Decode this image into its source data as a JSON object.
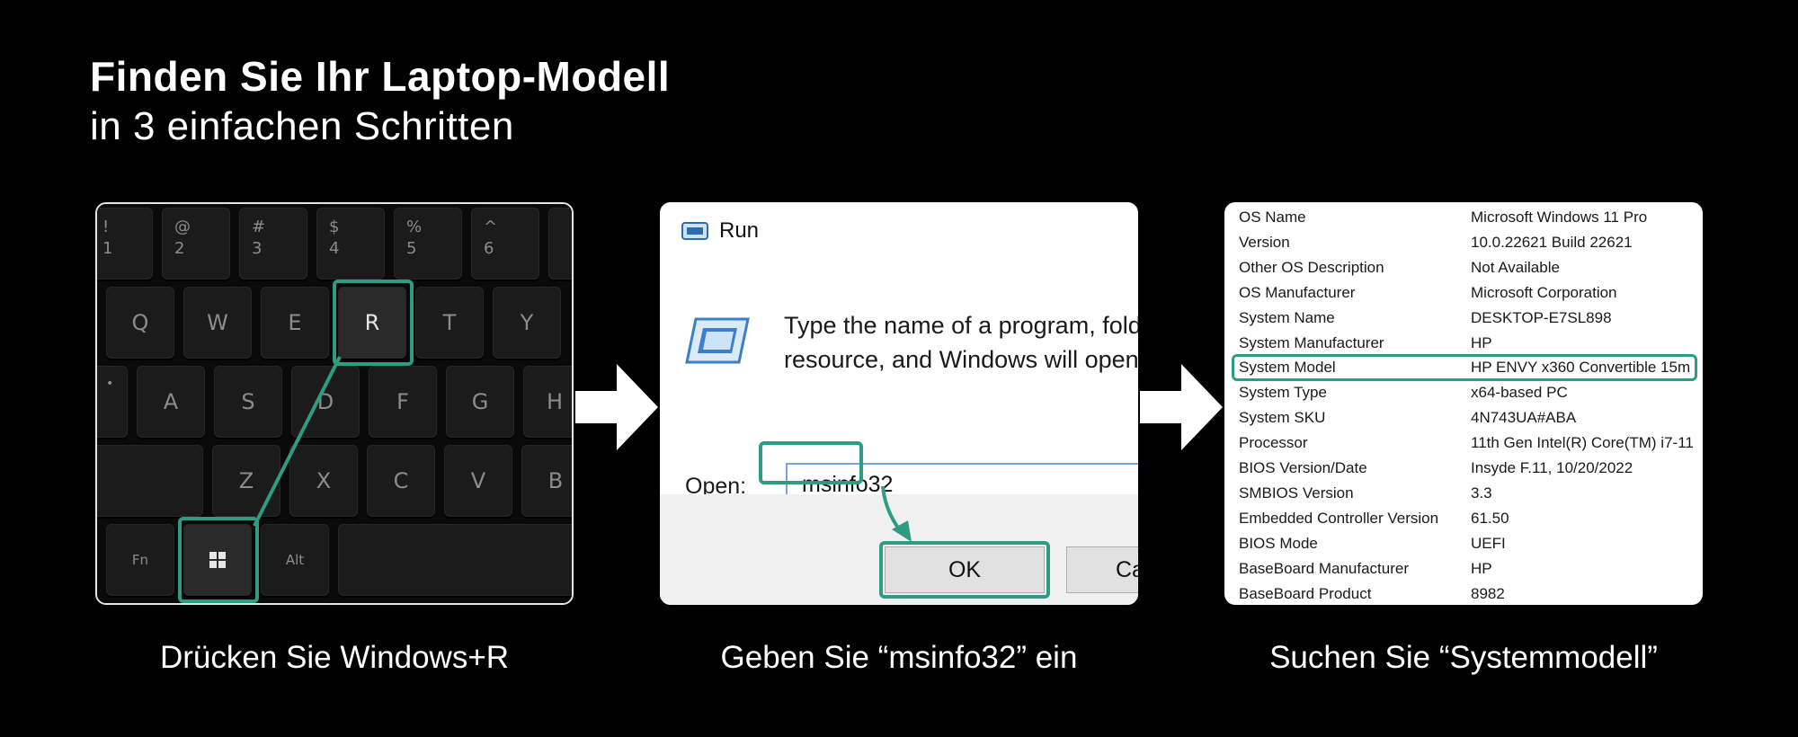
{
  "header": {
    "title": "Finden Sie Ihr Laptop-Modell",
    "subtitle": "in 3 einfachen Schritten"
  },
  "colors": {
    "highlight": "#2e9c83",
    "background": "#000000"
  },
  "steps": [
    {
      "caption": "Drücken Sie Windows+R"
    },
    {
      "caption": "Geben Sie “msinfo32” ein"
    },
    {
      "caption": "Suchen Sie “Systemmodell”"
    }
  ],
  "keyboard": {
    "number_row": [
      {
        "sym": "!",
        "num": "1"
      },
      {
        "sym": "@",
        "num": "2"
      },
      {
        "sym": "#",
        "num": "3"
      },
      {
        "sym": "$",
        "num": "4"
      },
      {
        "sym": "%",
        "num": "5"
      },
      {
        "sym": "^",
        "num": "6"
      }
    ],
    "qwerty_row": [
      "Q",
      "W",
      "E",
      "R",
      "T",
      "Y"
    ],
    "asdf_row": [
      "A",
      "S",
      "D",
      "F",
      "G",
      "H"
    ],
    "zxcv_row": [
      "Z",
      "X",
      "C",
      "V",
      "B"
    ],
    "fn": "Fn",
    "alt": "Alt",
    "win_icon": "windows-logo-icon"
  },
  "run_dialog": {
    "title": "Run",
    "line1": "Type the name of a program, fold",
    "line2": "resource, and Windows will open",
    "open_label": "Open:",
    "open_value": "msinfo32",
    "ok_label": "OK",
    "cancel_label": "Ca"
  },
  "system_info": [
    {
      "key": "OS Name",
      "value": "Microsoft Windows 11 Pro"
    },
    {
      "key": "Version",
      "value": "10.0.22621 Build 22621"
    },
    {
      "key": "Other OS Description",
      "value": "Not Available"
    },
    {
      "key": "OS Manufacturer",
      "value": "Microsoft Corporation"
    },
    {
      "key": "System Name",
      "value": "DESKTOP-E7SL898"
    },
    {
      "key": "System Manufacturer",
      "value": "HP"
    },
    {
      "key": "System Model",
      "value": "HP ENVY x360 Convertible 15m"
    },
    {
      "key": "System Type",
      "value": "x64-based PC"
    },
    {
      "key": "System SKU",
      "value": "4N743UA#ABA"
    },
    {
      "key": "Processor",
      "value": "11th Gen Intel(R) Core(TM) i7-11"
    },
    {
      "key": "BIOS Version/Date",
      "value": "Insyde F.11, 10/20/2022"
    },
    {
      "key": "SMBIOS Version",
      "value": "3.3"
    },
    {
      "key": "Embedded Controller Version",
      "value": "61.50"
    },
    {
      "key": "BIOS Mode",
      "value": "UEFI"
    },
    {
      "key": "BaseBoard Manufacturer",
      "value": "HP"
    },
    {
      "key": "BaseBoard Product",
      "value": "8982"
    }
  ]
}
